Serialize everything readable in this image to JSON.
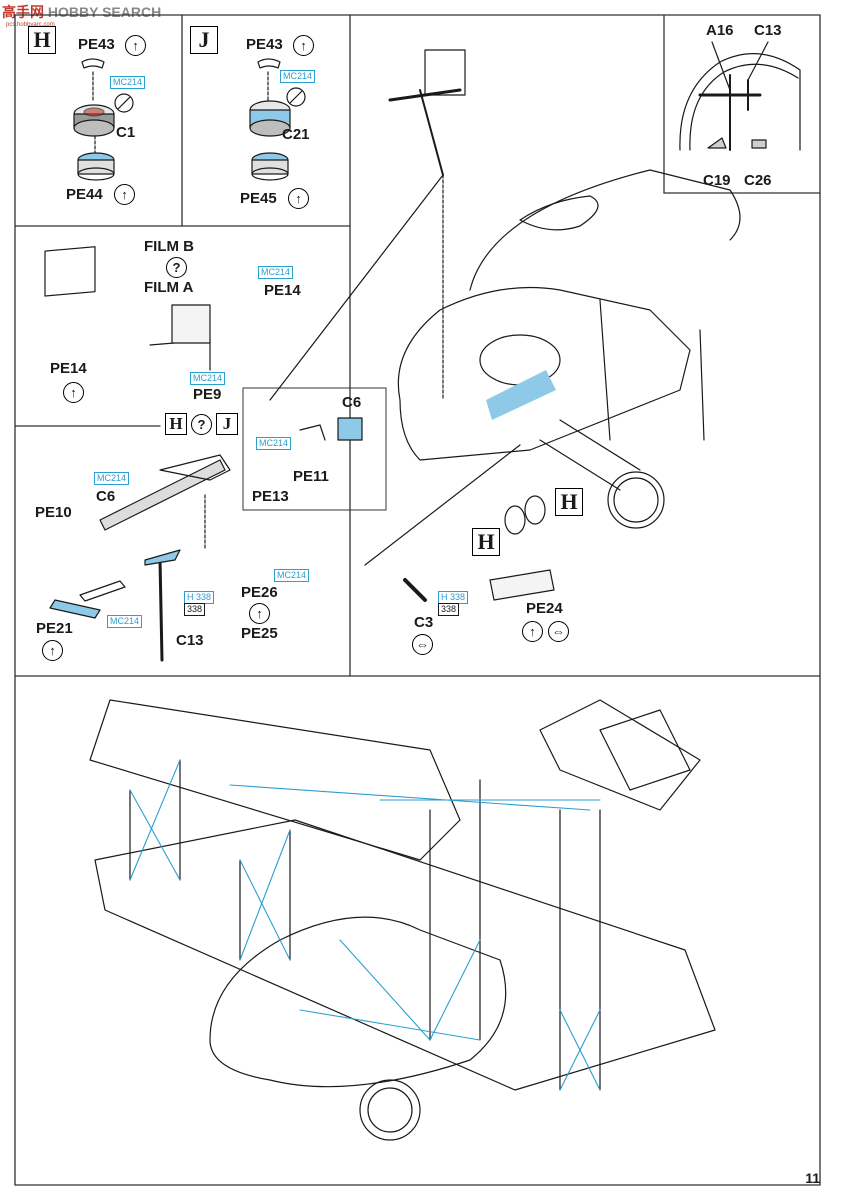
{
  "watermark": {
    "brand_cn": "高手网",
    "brand_en": "HOBBY SEARCH",
    "url": "pcs.hobbyarc.com"
  },
  "step_H": {
    "box": "H",
    "pe43": "PE43",
    "mc": "MC214",
    "part": "C1",
    "pe44": "PE44"
  },
  "step_J": {
    "box": "J",
    "pe43": "PE43",
    "mc": "MC214",
    "part": "C21",
    "pe45": "PE45"
  },
  "detail_cockpit": {
    "a16": "A16",
    "c13": "C13",
    "c19": "C19",
    "c26": "C26"
  },
  "screen": {
    "pe14_left": "PE14",
    "film_b": "FILM B",
    "film_a": "FILM A",
    "pe14": "PE14",
    "mc_a": "MC214",
    "mc_b": "MC214",
    "pe9": "PE9"
  },
  "gun": {
    "mc": "MC214",
    "c6": "C6",
    "pe10": "PE10",
    "pe21": "PE21",
    "mc_pe21": "MC214",
    "h338": "H 338",
    "h338_n": "338",
    "c13": "C13",
    "pe26": "PE26",
    "pe25": "PE25",
    "mc_pe26": "MC214",
    "box_h": "H",
    "box_j": "J",
    "q": "?"
  },
  "mount": {
    "c6": "C6",
    "mc": "MC214",
    "pe11": "PE11",
    "pe13": "PE13"
  },
  "undercarriage": {
    "c3": "C3",
    "h338": "H 338",
    "h338_n": "338",
    "pe24": "PE24",
    "box_h1": "H",
    "box_h2": "H"
  },
  "page_number": "11",
  "colors": {
    "accent": "#2a9fd0",
    "ink": "#1a1a1a"
  }
}
